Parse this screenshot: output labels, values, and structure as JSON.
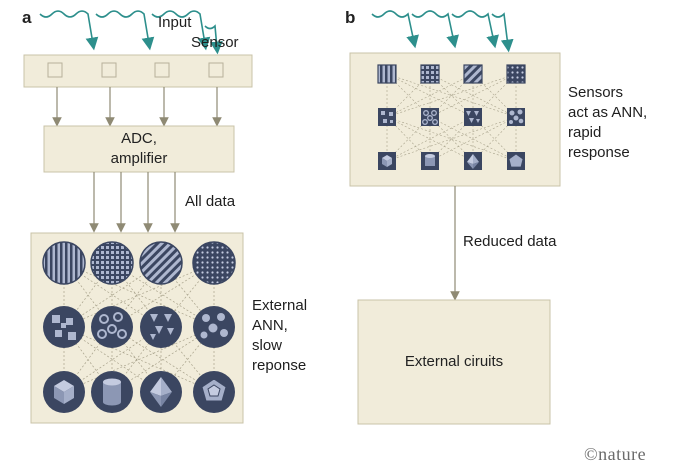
{
  "panel_a": {
    "letter": "a",
    "input_label": "Input",
    "sensor_label": "Sensor",
    "adc_lines": [
      "ADC,",
      "amplifier"
    ],
    "all_data_label": "All data",
    "ann_label_lines": [
      "External",
      "ANN,",
      "slow",
      "reponse"
    ]
  },
  "panel_b": {
    "letter": "b",
    "sensors_label_lines": [
      "Sensors",
      "act as ANN,",
      "rapid",
      "response"
    ],
    "reduced_label": "Reduced data",
    "external_label": "External ciruits"
  },
  "watermark": "©nature",
  "colors": {
    "box_fill": "#f1ecda",
    "box_stroke": "#c9c3a8",
    "arrow": "#8f8a74",
    "wave": "#2d8f8c",
    "node": "#3b4661",
    "node_light": "#aeb7cf"
  },
  "icons": {
    "row1": [
      "vertical-stripes",
      "dots-grid",
      "diagonal-stripes",
      "small-dots"
    ],
    "row2": [
      "squares-pattern",
      "rings-pattern",
      "triangles-pattern",
      "blobs-pattern"
    ],
    "row3": [
      "cube-icon",
      "cylinder-icon",
      "octahedron-icon",
      "polyhedron-icon"
    ]
  }
}
